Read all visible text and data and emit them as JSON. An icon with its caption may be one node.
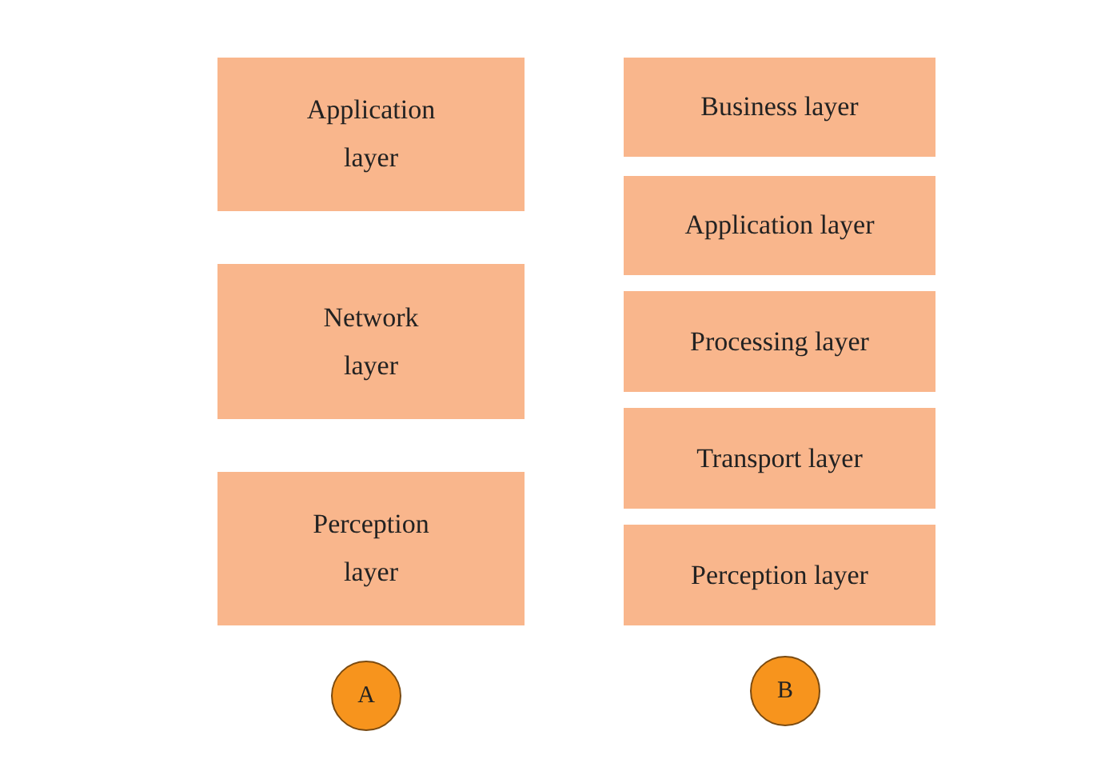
{
  "diagram": {
    "nodes": [
      {
        "text": [
          "Application layer"
        ]
      },
      {
        "text": [
          "Network layer"
        ]
      },
      {
        "text": [
          "Perception layer"
        ]
      },
      {
        "text": [
          "Business layer"
        ]
      },
      {
        "text": [
          "Application layer"
        ]
      },
      {
        "text": [
          "Processing layer"
        ]
      },
      {
        "text": [
          "Transport layer"
        ]
      },
      {
        "text": [
          "Perception layer"
        ]
      },
      {
        "text": [
          "A"
        ]
      },
      {
        "text": [
          "B"
        ]
      }
    ]
  }
}
